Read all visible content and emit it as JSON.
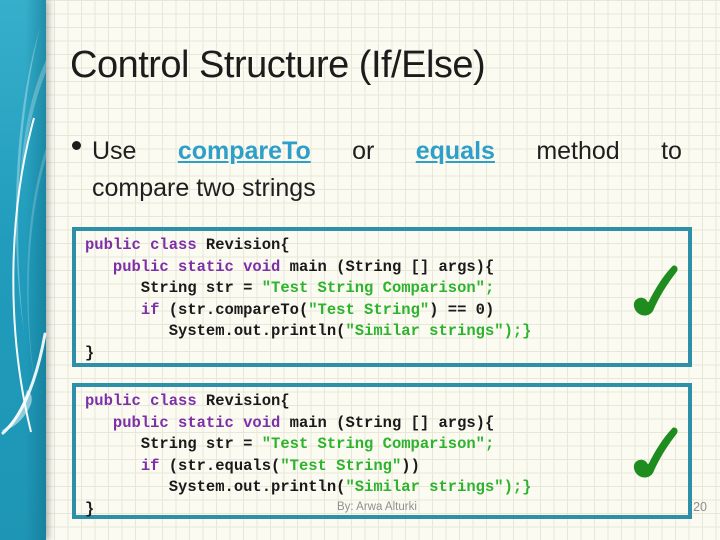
{
  "slide": {
    "title": "Control Structure (If/Else)",
    "bullet": {
      "line1_words": [
        "Use",
        "compareTo",
        "or",
        "equals",
        "method",
        "to"
      ],
      "line2": "compare two strings"
    },
    "code_blocks": [
      {
        "name": "compareTo-example",
        "lines": [
          [
            {
              "c": "k",
              "t": "public class"
            },
            {
              "c": "p",
              "t": " Revision{"
            }
          ],
          [
            {
              "c": "p",
              "t": "   "
            },
            {
              "c": "k",
              "t": "public static void"
            },
            {
              "c": "p",
              "t": " main (String [] args){"
            }
          ],
          [
            {
              "c": "p",
              "t": "      String str = "
            },
            {
              "c": "s",
              "t": "\"Test String Comparison\";"
            }
          ],
          [
            {
              "c": "p",
              "t": "      "
            },
            {
              "c": "k",
              "t": "if"
            },
            {
              "c": "p",
              "t": " (str.compareTo("
            },
            {
              "c": "s",
              "t": "\"Test String\""
            },
            {
              "c": "p",
              "t": ") == 0)"
            }
          ],
          [
            {
              "c": "p",
              "t": "         System.out.println("
            },
            {
              "c": "s",
              "t": "\"Similar strings\");}"
            }
          ],
          [
            {
              "c": "p",
              "t": "}"
            }
          ]
        ]
      },
      {
        "name": "equals-example",
        "lines": [
          [
            {
              "c": "k",
              "t": "public class"
            },
            {
              "c": "p",
              "t": " Revision{"
            }
          ],
          [
            {
              "c": "p",
              "t": "   "
            },
            {
              "c": "k",
              "t": "public static void"
            },
            {
              "c": "p",
              "t": " main (String [] args){"
            }
          ],
          [
            {
              "c": "p",
              "t": "      String str = "
            },
            {
              "c": "s",
              "t": "\"Test String Comparison\";"
            }
          ],
          [
            {
              "c": "p",
              "t": "      "
            },
            {
              "c": "k",
              "t": "if"
            },
            {
              "c": "p",
              "t": " (str.equals("
            },
            {
              "c": "s",
              "t": "\"Test String\""
            },
            {
              "c": "p",
              "t": "))"
            }
          ],
          [
            {
              "c": "p",
              "t": "         System.out.println("
            },
            {
              "c": "s",
              "t": "\"Similar strings\");}"
            }
          ],
          [
            {
              "c": "p",
              "t": "}"
            }
          ]
        ]
      }
    ],
    "icons": {
      "check_1": "green-checkmark",
      "check_2": "green-checkmark",
      "sidebar": "teal-swoosh-decoration"
    },
    "footer": {
      "author": "By: Arwa Alturki",
      "page_number": "20"
    },
    "colors": {
      "background": "#FBFBF2",
      "grid_line": "#E7E7DA",
      "band_teal": "#23A0BE",
      "link_teal": "#2E9FC9",
      "box_border": "#2E8FA9",
      "keyword_purple": "#7D2FA8",
      "string_green": "#2DB32D",
      "check_green": "#1F8C1F",
      "text_black": "#1C1C1C",
      "footer_gray": "#8F8F8F"
    }
  }
}
